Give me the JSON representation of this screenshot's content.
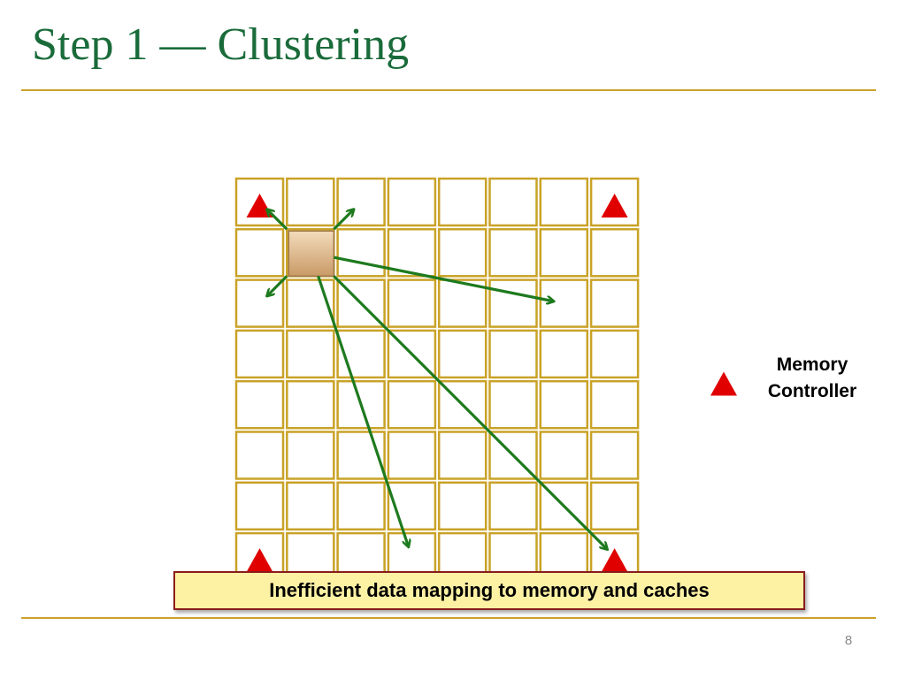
{
  "slide": {
    "title": "Step 1 — Clustering",
    "page_number": "8"
  },
  "legend": {
    "label_line1": "Memory",
    "label_line2": "Controller",
    "icon": "red-triangle-icon"
  },
  "callout": {
    "text": "Inefficient data mapping to memory and caches"
  },
  "grid": {
    "rows": 8,
    "cols": 8,
    "source_tile": {
      "row": 1,
      "col": 1
    },
    "memory_controllers": [
      {
        "row": 0,
        "col": 0
      },
      {
        "row": 0,
        "col": 7
      },
      {
        "row": 7,
        "col": 0
      },
      {
        "row": 7,
        "col": 7
      }
    ],
    "arrow_targets": [
      {
        "row": 0,
        "col": 0
      },
      {
        "row": 0,
        "col": 2
      },
      {
        "row": 2,
        "col": 6
      },
      {
        "row": 2,
        "col": 0
      },
      {
        "row": 7,
        "col": 3
      },
      {
        "row": 7,
        "col": 7
      }
    ]
  },
  "colors": {
    "title": "#1a6b3a",
    "rule": "#c9a227",
    "cell_border": "#c9a227",
    "arrow": "#1e7a1e",
    "memory_controller": "#e00000",
    "source_tile": "#deb887",
    "callout_bg": "#fdf1a4",
    "callout_border": "#8b1c1c"
  }
}
